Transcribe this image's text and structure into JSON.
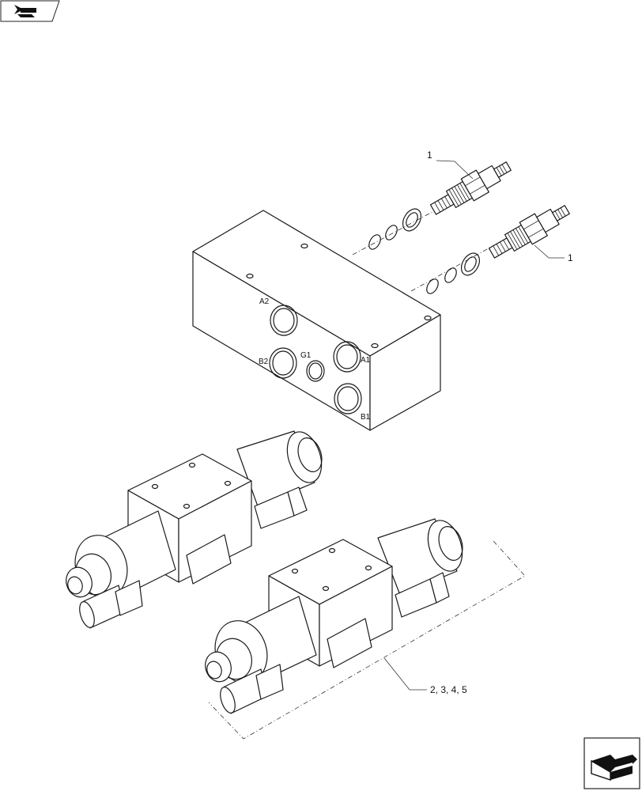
{
  "labels": {
    "callout_top": "1",
    "callout_right": "1",
    "callout_group": "2, 3, 4, 5"
  },
  "ports": {
    "a2": "A2",
    "b2": "B2",
    "g1": "G1",
    "a1": "A1",
    "b1": "B1"
  },
  "nav": {
    "top_left": "previous-page-icon",
    "bottom_right": "next-page-icon"
  }
}
